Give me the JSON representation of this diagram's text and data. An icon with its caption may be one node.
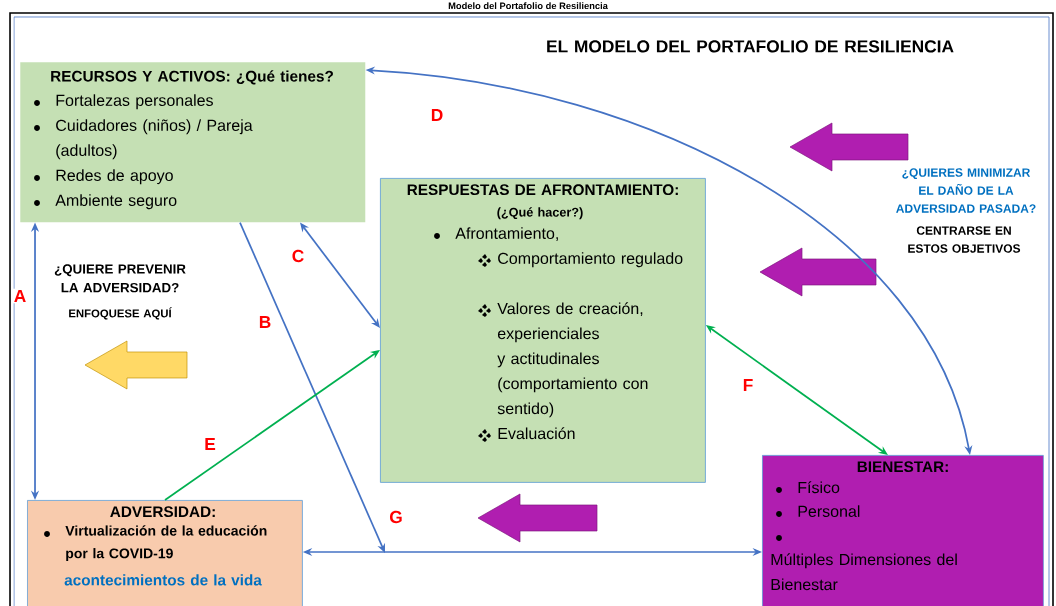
{
  "diagram": {
    "title": "Modelo del Portafolio de Resiliencia",
    "nodes": [
      {
        "text": [
          "RECURSOS Y ACTIVOS: **¿Qué tienes?**",
          "Fortalezas personales",
          "Cuidadores (niños) / Pareja (adultos)",
          "Redes de apoyo",
          "Ambiente seguro"
        ]
      },
      {
        "text": [
          "RESPUESTAS DE AFRONTAMIENTO:",
          "(¿Qué hacer?)",
          "Afrontamiento,",
          "Comportamiento regulado",
          "Valores de creación, experienciales y actitudinales (comportamiento con sentido)",
          "Evaluación"
        ]
      },
      {
        "text": [
          "ADVERSIDAD:",
          "Virtualización de la educación por la COVID-19",
          "acontecimientos de la vida"
        ]
      },
      {
        "text": [
          "BIENESTAR:",
          "Físico",
          "Personal",
          "Múltiples Dimensiones del Bienestar"
        ]
      }
    ],
    "edges": [
      {
        "from": 2,
        "to": 0,
        "arrow": "both",
        "label": "A"
      },
      {
        "from": 0,
        "to": null,
        "arrow": "to",
        "label": "B"
      },
      {
        "from": 0,
        "to": 1,
        "arrow": "both",
        "label": "C"
      },
      {
        "from": 3,
        "to": 0,
        "arrow": "both",
        "label": "D"
      },
      {
        "from": 2,
        "to": 1,
        "arrow": "to",
        "label": "E",
        "color": "#00b050"
      },
      {
        "from": 1,
        "to": 3,
        "arrow": "both",
        "label": "F",
        "color": "#00b050"
      },
      {
        "from": 2,
        "to": 3,
        "arrow": "both",
        "label": "G"
      }
    ],
    "labels": [
      "EL MODELO DEL PORTAFOLIO DE RESILIENCIA",
      "¿QUIERE PREVENIR LA ADVERSIDAD?",
      "ENFOQUESE AQUÍ",
      "¿QUIERES MINIMIZAR EL DAÑO DE LA ADVERSIDAD PASADA?",
      "CENTRARSE EN ESTOS OBJETIVOS"
    ]
  }
}
